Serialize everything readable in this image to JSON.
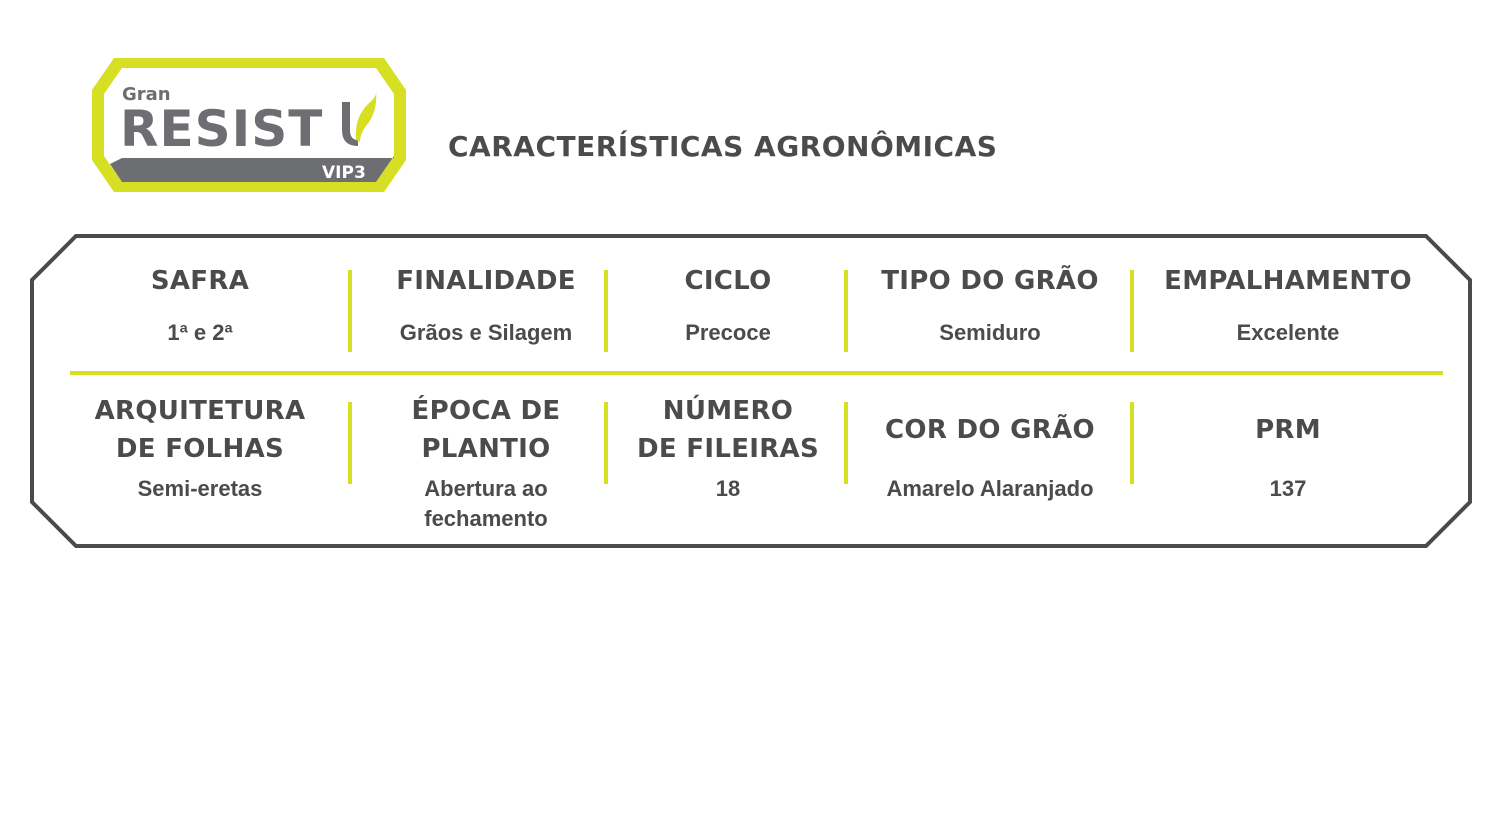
{
  "brand": {
    "prefix": "Gran",
    "name": "RESIST",
    "suffix": "VIP3",
    "colors": {
      "accent": "#d7df23",
      "dark": "#4b4b4d",
      "banner": "#6d6e71"
    }
  },
  "section_title": "CARACTERÍSTICAS AGRONÔMICAS",
  "row1": [
    {
      "label": "SAFRA",
      "value": "1ª e 2ª"
    },
    {
      "label": "FINALIDADE",
      "value": "Grãos e Silagem"
    },
    {
      "label": "CICLO",
      "value": "Precoce"
    },
    {
      "label": "TIPO DO GRÃO",
      "value": "Semiduro"
    },
    {
      "label": "EMPALHAMENTO",
      "value": "Excelente"
    }
  ],
  "row2": [
    {
      "label": "ARQUITETURA\nDE FOLHAS",
      "value": "Semi-eretas"
    },
    {
      "label": "ÉPOCA DE\nPLANTIO",
      "value": "Abertura ao\nfechamento"
    },
    {
      "label": "NÚMERO\nDE FILEIRAS",
      "value": "18"
    },
    {
      "label": "COR DO GRÃO",
      "value": "Amarelo Alaranjado"
    },
    {
      "label": "PRM",
      "value": "137"
    }
  ]
}
